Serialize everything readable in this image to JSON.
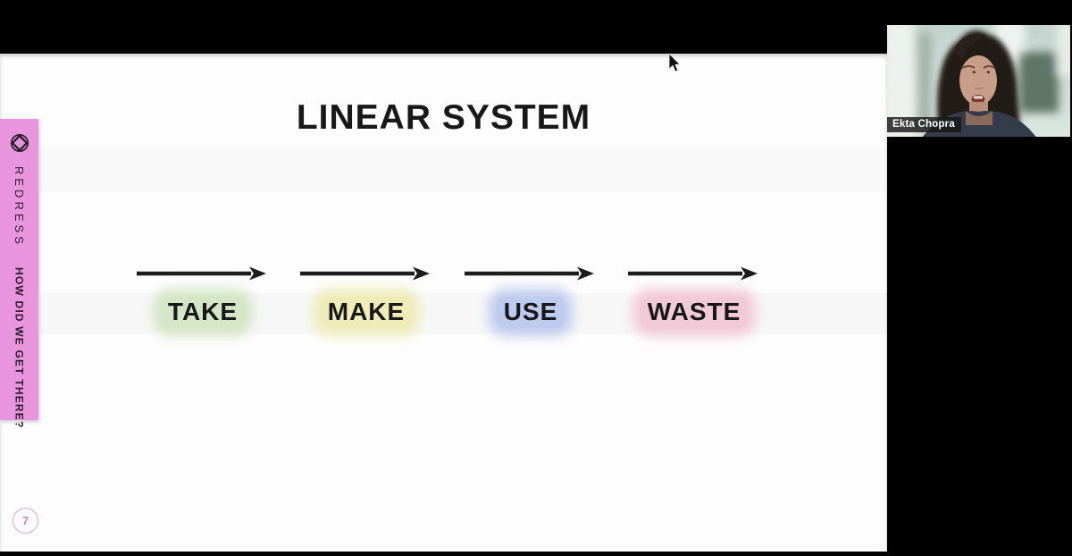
{
  "slide": {
    "title": "LINEAR SYSTEM",
    "page_number": "7",
    "sidebar": {
      "brand": "REDRESS",
      "tagline": "HOW DID WE GET THERE?",
      "bg_color": "#e895de",
      "text_color": "#2b2030"
    },
    "flow": {
      "stages": [
        {
          "label": "TAKE",
          "glow": "#d4e6c6"
        },
        {
          "label": "MAKE",
          "glow": "#efecb8"
        },
        {
          "label": "USE",
          "glow": "#bfcbee"
        },
        {
          "label": "WASTE",
          "glow": "#f2c9d6"
        }
      ]
    },
    "page_circle_color": "#dda5d6"
  },
  "webcam": {
    "participant_name": "Ekta Chopra"
  }
}
